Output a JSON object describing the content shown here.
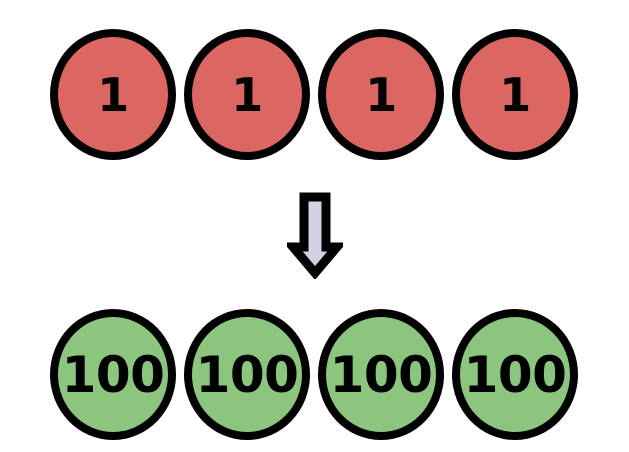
{
  "diagram": {
    "type": "transformation",
    "background_color": "#ffffff",
    "outline_color": "#000000",
    "before": {
      "label": "before-row",
      "fill_color": "#dc6661",
      "count": 4,
      "nodes": [
        {
          "value": "1"
        },
        {
          "value": "1"
        },
        {
          "value": "1"
        },
        {
          "value": "1"
        }
      ]
    },
    "arrow": {
      "name": "down-arrow",
      "direction": "down",
      "fill_color": "#d5d1e5",
      "stroke_color": "#000000"
    },
    "after": {
      "label": "after-row",
      "fill_color": "#8cc57e",
      "count": 4,
      "nodes": [
        {
          "value": "100"
        },
        {
          "value": "100"
        },
        {
          "value": "100"
        },
        {
          "value": "100"
        }
      ]
    }
  }
}
